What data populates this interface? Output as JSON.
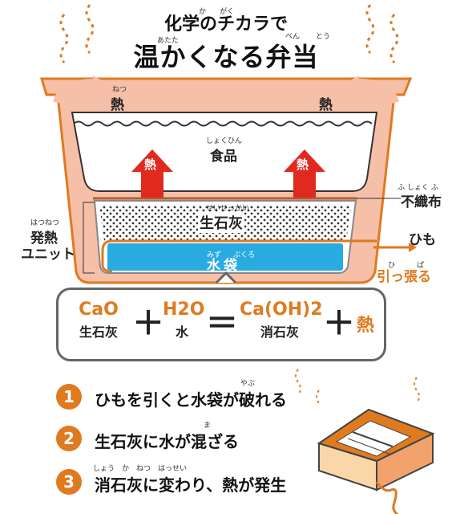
{
  "title": {
    "line1": "化学のチカラで",
    "line1_ruby": [
      "か",
      "がく"
    ],
    "line2": "温かくなる弁当",
    "line2_ruby": [
      "あたた",
      "べん",
      "とう"
    ]
  },
  "diagram": {
    "heat_left": "熱",
    "heat_left_ruby": "ねつ",
    "heat_right": "熱",
    "food": "食品",
    "food_ruby": "しょくひん",
    "up_heat_left": "熱",
    "up_heat_right": "熱",
    "nonwoven": "不織布",
    "nonwoven_ruby": "ふ しょく ふ",
    "quicklime": "生石灰",
    "quicklime_ruby": "せいせっかい",
    "unit_label_1": "発熱",
    "unit_label_2": "ユニット",
    "unit_ruby": "はつねつ",
    "string": "ひも",
    "water_bag": "水袋",
    "water_bag_ruby": [
      "みず",
      "ぶくろ"
    ],
    "pull": "引っ張る",
    "pull_ruby": [
      "ひ",
      "ぱ"
    ]
  },
  "equation": {
    "cao": "CaO",
    "cao_name": "生石灰",
    "plus1": "＋",
    "h2o": "H2O",
    "h2o_name": "水",
    "equals": "＝",
    "caoh2": "Ca(OH)2",
    "caoh2_name": "消石灰",
    "plus2": "＋",
    "heat": "熱"
  },
  "steps": [
    {
      "num": "1",
      "text": "ひもを引くと水袋が破れる",
      "ruby": "やぶ"
    },
    {
      "num": "2",
      "text": "生石灰に水が混ざる",
      "ruby": "ま"
    },
    {
      "num": "3",
      "text": "消石灰に変わり、熱が発生",
      "ruby": "しょう　か　ねつ　はっせい"
    }
  ],
  "colors": {
    "orange": "#e07a1f",
    "salmon": "#f6bfa8",
    "red_arrow": "#e02a20",
    "water": "#29abe2"
  }
}
